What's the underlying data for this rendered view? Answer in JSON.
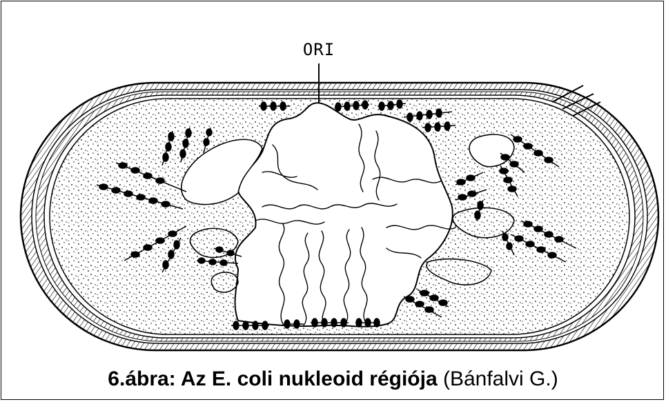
{
  "figure": {
    "ori_label": "ORI",
    "caption_bold": "6.ábra: Az E. coli nukleoid régiója",
    "caption_rest": " (Bánfalvi G.)"
  },
  "colors": {
    "ink": "#000000",
    "background": "#ffffff"
  }
}
